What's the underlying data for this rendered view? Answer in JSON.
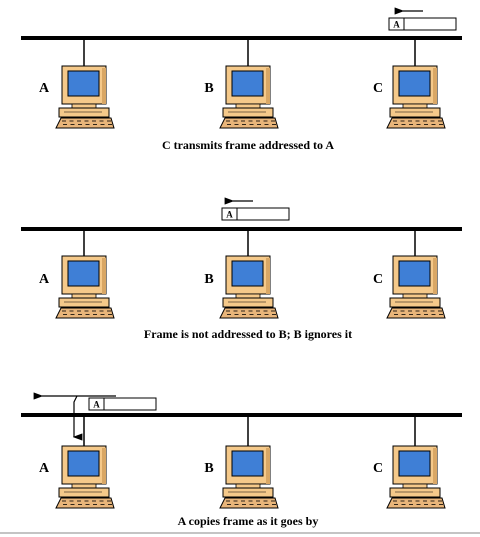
{
  "colors": {
    "bus": "#000000",
    "monitor_frame": "#f5c98a",
    "monitor_shadow": "#d9a765",
    "screen": "#3f7fd6",
    "keyboard": "#e8b57a",
    "outline": "#000000"
  },
  "icons": {
    "station": "workstation-computer-icon",
    "direction": "left-arrow-icon",
    "copy": "down-arrow-icon"
  },
  "panels": [
    {
      "id": "panel-1",
      "caption": "C transmits frame addressed to A",
      "stations": [
        {
          "label": "A"
        },
        {
          "label": "B"
        },
        {
          "label": "C"
        }
      ],
      "frame": {
        "address": "A"
      },
      "copy_arrow": false
    },
    {
      "id": "panel-2",
      "caption": "Frame is not addressed to B; B ignores it",
      "stations": [
        {
          "label": "A"
        },
        {
          "label": "B"
        },
        {
          "label": "C"
        }
      ],
      "frame": {
        "address": "A"
      },
      "copy_arrow": false
    },
    {
      "id": "panel-3",
      "caption": "A copies frame as it goes by",
      "stations": [
        {
          "label": "A"
        },
        {
          "label": "B"
        },
        {
          "label": "C"
        }
      ],
      "frame": {
        "address": "A"
      },
      "copy_arrow": true
    }
  ]
}
